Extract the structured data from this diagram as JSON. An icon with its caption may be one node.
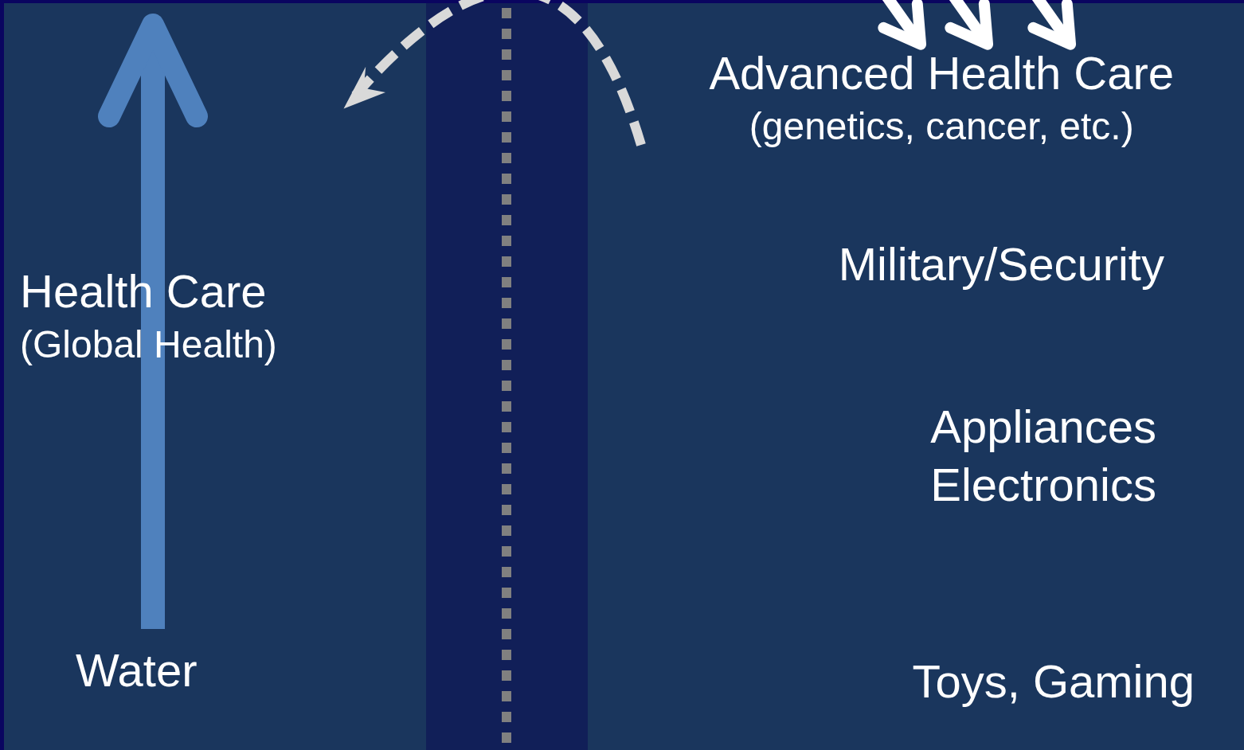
{
  "diagram": {
    "nodes": [
      {
        "text": [
          "Water"
        ]
      },
      {
        "text": [
          "Health Care",
          "(Global Health)"
        ]
      },
      {
        "text": [
          "Advanced Health Care",
          "(genetics, cancer, etc.)"
        ]
      },
      {
        "text": [
          "Military/Security"
        ]
      },
      {
        "text": [
          "Appliances",
          "Electronics"
        ]
      },
      {
        "text": [
          "Toys, Gaming"
        ]
      }
    ],
    "edges": [
      {
        "from": 0,
        "to": null,
        "arrow": "to",
        "style": "thick",
        "color": "#4f81bd"
      },
      {
        "from": null,
        "to": 2,
        "arrow": "to"
      },
      {
        "from": null,
        "to": 2,
        "arrow": "to"
      },
      {
        "from": null,
        "to": 2,
        "arrow": "to"
      }
    ]
  }
}
